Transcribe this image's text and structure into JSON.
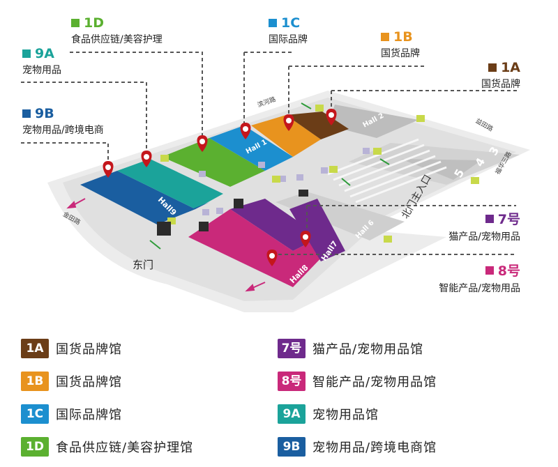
{
  "colors": {
    "1A": "#6b3d17",
    "1B": "#e8931e",
    "1C": "#1c8fcf",
    "1D": "#5bb030",
    "7": "#6e2a8c",
    "8": "#c9297a",
    "9A": "#1ba39a",
    "9B": "#1a5ea0",
    "gray": "#c9c9c9",
    "dash": "#555555"
  },
  "callouts": {
    "c1D": {
      "code": "1D",
      "desc": "食品供应链/美容护理"
    },
    "c1C": {
      "code": "1C",
      "desc": "国际品牌"
    },
    "c1B": {
      "code": "1B",
      "desc": "国货品牌"
    },
    "c1A": {
      "code": "1A",
      "desc": "国货品牌"
    },
    "c9A": {
      "code": "9A",
      "desc": "宠物用品"
    },
    "c9B": {
      "code": "9B",
      "desc": "宠物用品/跨境电商"
    },
    "c7": {
      "code": "7号",
      "desc": "猫产品/宠物用品"
    },
    "c8": {
      "code": "8号",
      "desc": "智能产品/宠物用品"
    }
  },
  "map_labels": {
    "hall1": "Hall 1",
    "hall2": "Hall 2",
    "hall6": "Hall 6",
    "hall7": "Hall7",
    "hall8": "Hall8",
    "hall9": "Hall9",
    "h5": "5",
    "h4": "4",
    "h3": "3",
    "road_binhe": "滨河路",
    "road_yitian": "益田路",
    "road_fuhua": "福华三路",
    "road_jintian": "金田路",
    "north_entrance": "北门主入口",
    "east_gate": "东门"
  },
  "legend": [
    {
      "code": "1A",
      "text": "国货品牌馆",
      "color": "#6b3d17"
    },
    {
      "code": "1B",
      "text": "国货品牌馆",
      "color": "#e8931e"
    },
    {
      "code": "1C",
      "text": "国际品牌馆",
      "color": "#1c8fcf"
    },
    {
      "code": "1D",
      "text": "食品供应链/美容护理馆",
      "color": "#5bb030"
    },
    {
      "code": "7号",
      "text": "猫产品/宠物用品馆",
      "color": "#6e2a8c"
    },
    {
      "code": "8号",
      "text": "智能产品/宠物用品馆",
      "color": "#c9297a"
    },
    {
      "code": "9A",
      "text": "宠物用品馆",
      "color": "#1ba39a"
    },
    {
      "code": "9B",
      "text": "宠物用品/跨境电商馆",
      "color": "#1a5ea0"
    }
  ]
}
